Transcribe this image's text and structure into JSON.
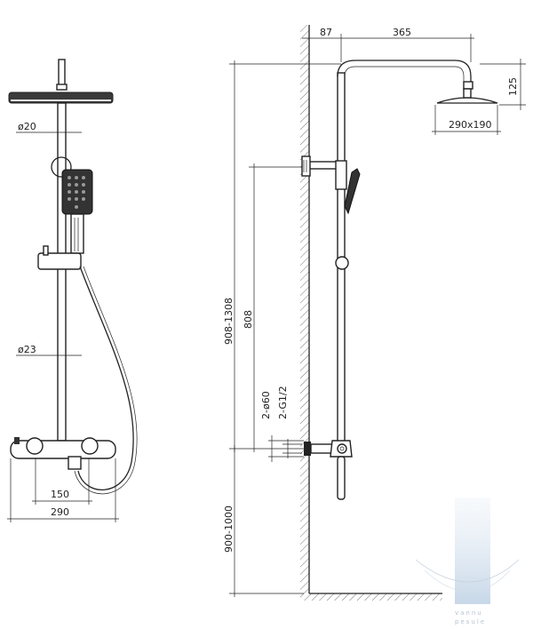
{
  "front_view": {
    "diameter_arm": "ø20",
    "diameter_rail": "ø23",
    "width_inner": "150",
    "width_total": "290"
  },
  "side_view": {
    "wall_offset": "87",
    "arm_reach": "365",
    "head_height": "125",
    "head_size": "290x190",
    "rail_height": "908-1308",
    "holder_height": "808",
    "inlet_diameter": "2-ø60",
    "inlet_thread": "2-G1/2",
    "mount_height": "900-1000"
  },
  "watermark": {
    "line1": "vannu",
    "line2": "pesule"
  }
}
